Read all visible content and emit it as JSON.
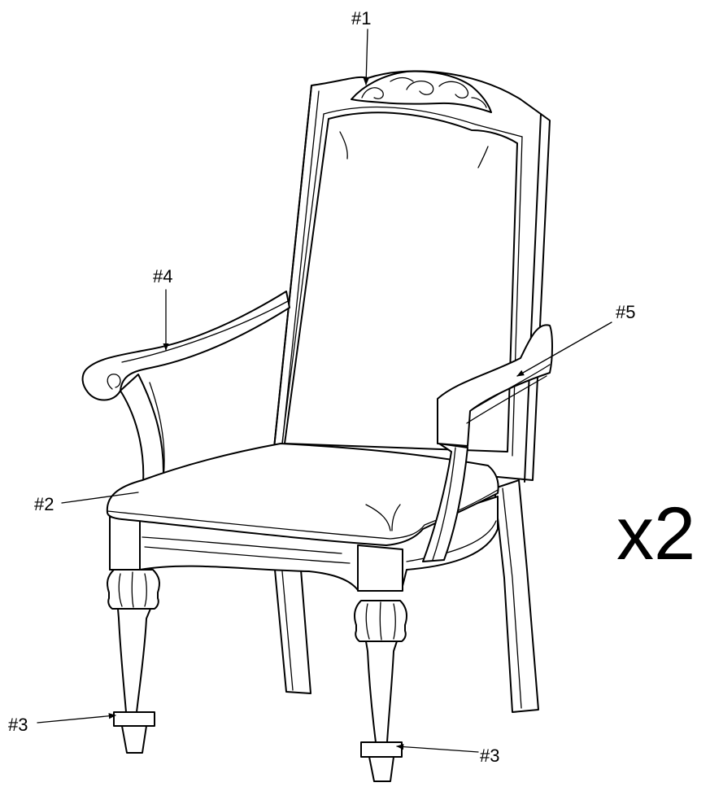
{
  "labels": {
    "part1": "#1",
    "part2": "#2",
    "part3_left": "#3",
    "part3_right": "#3",
    "part4": "#4",
    "part5": "#5"
  },
  "quantity": "x2"
}
